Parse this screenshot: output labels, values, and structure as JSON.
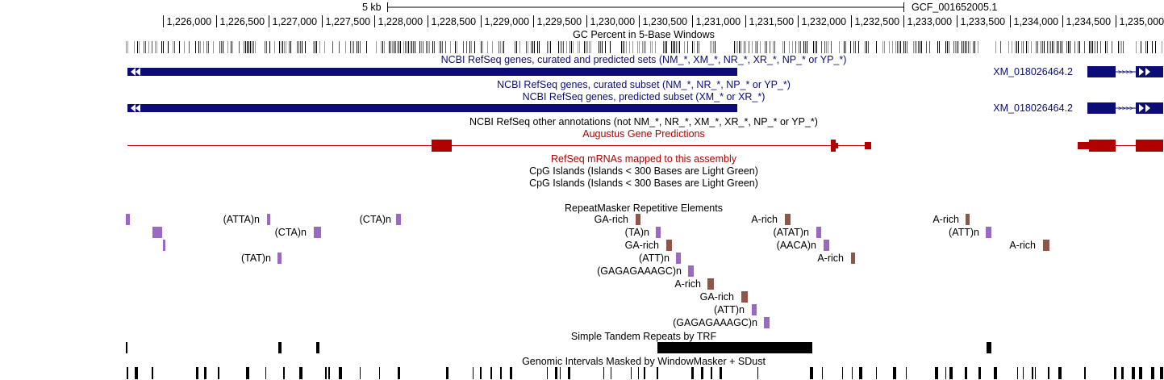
{
  "ruler": {
    "scale_label": "5 kb",
    "assembly_label": "GCF_001652005.1",
    "positions": [
      "1,226,000",
      "1,226,500",
      "1,227,000",
      "1,227,500",
      "1,228,000",
      "1,228,500",
      "1,229,000",
      "1,229,500",
      "1,230,000",
      "1,230,500",
      "1,231,000",
      "1,231,500",
      "1,232,000",
      "1,232,500",
      "1,233,000",
      "1,233,500",
      "1,234,000",
      "1,234,500",
      "1,235,000"
    ]
  },
  "tracks": {
    "gc_percent": "GC Percent in 5-Base Windows",
    "refseq_all": "NCBI RefSeq genes, curated and predicted sets (NM_*, XM_*, NR_*, XR_*, NP_* or YP_*)",
    "refseq_curated": "NCBI RefSeq genes, curated subset (NM_*, NR_*, NP_* or YP_*)",
    "refseq_predicted": "NCBI RefSeq genes, predicted subset (XM_* or XR_*)",
    "refseq_other": "NCBI RefSeq other annotations (not NM_*, NR_*, XM_*, XR_*, NP_* or YP_*)",
    "augustus": "Augustus Gene Predictions",
    "refseq_mrna": "RefSeq mRNAs mapped to this assembly",
    "cpg_1": "CpG Islands (Islands < 300 Bases are Light Green)",
    "cpg_2": "CpG Islands (Islands < 300 Bases are Light Green)",
    "repeatmasker": "RepeatMasker Repetitive Elements",
    "trf": "Simple Tandem Repeats by TRF",
    "windowmasker": "Genomic Intervals Masked by WindowMasker + SDust"
  },
  "genes": {
    "xm_label_1": "XM_018026464.2",
    "xm_label_2": "XM_018026464.2"
  },
  "repeats": [
    {
      "label": "(ATTA)n"
    },
    {
      "label": "(CTA)n"
    },
    {
      "label": "GA-rich"
    },
    {
      "label": "A-rich"
    },
    {
      "label": "A-rich"
    },
    {
      "label": "(CTA)n"
    },
    {
      "label": "(TA)n"
    },
    {
      "label": "(ATAT)n"
    },
    {
      "label": "(ATT)n"
    },
    {
      "label": "GA-rich"
    },
    {
      "label": "(AACA)n"
    },
    {
      "label": "A-rich"
    },
    {
      "label": "(TAT)n"
    },
    {
      "label": "(ATT)n"
    },
    {
      "label": "A-rich"
    },
    {
      "label": "(GAGAGAAAGC)n"
    },
    {
      "label": "A-rich"
    },
    {
      "label": "GA-rich"
    },
    {
      "label": "(ATT)n"
    },
    {
      "label": "(GAGAGAAAGC)n"
    }
  ],
  "colors": {
    "gene_navy": "#0c0c78",
    "augustus_red": "#b20000",
    "repeat_purple": "#9a6ac2",
    "repeat_brown": "#8f5548"
  }
}
